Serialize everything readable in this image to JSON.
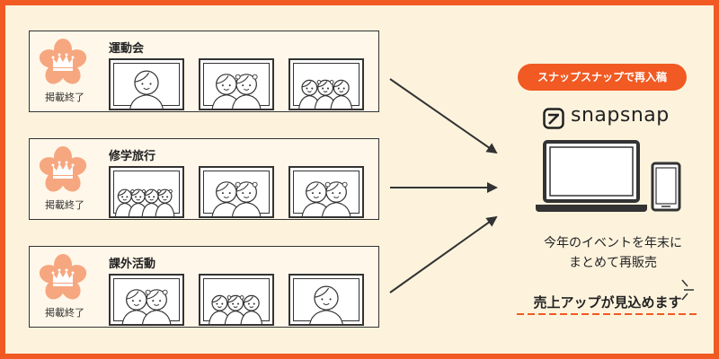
{
  "events": [
    {
      "title": "運動会",
      "status": "掲載終了",
      "photos": [
        1,
        2,
        3
      ]
    },
    {
      "title": "修学旅行",
      "status": "掲載終了",
      "photos": [
        4,
        2,
        2
      ]
    },
    {
      "title": "課外活動",
      "status": "掲載終了",
      "photos": [
        2,
        3,
        1
      ]
    }
  ],
  "repost_label": "スナップスナップで再入稿",
  "brand_name": "snapsnap",
  "caption_line1": "今年のイベントを年末に",
  "caption_line2": "まとめて再販売",
  "tagline": "売上アップが見込めます",
  "colors": {
    "accent": "#f15a22",
    "background": "#fdf3dd",
    "badge": "#f6a77f"
  },
  "icons": [
    "sakura-crown-badge-icon",
    "snapsnap-logo-icon",
    "laptop-icon",
    "smartphone-icon",
    "arrow-icon",
    "sparkle-icon"
  ]
}
